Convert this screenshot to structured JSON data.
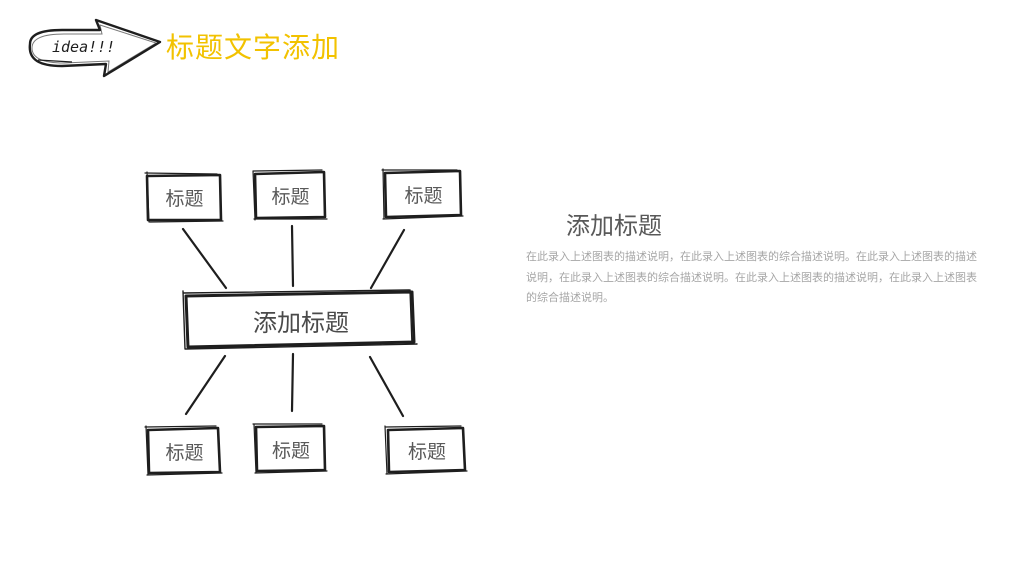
{
  "logo": {
    "text": "idea!!!"
  },
  "header": {
    "title": "标题文字添加"
  },
  "diagram": {
    "center_label": "添加标题",
    "nodes": [
      {
        "label": "标题"
      },
      {
        "label": "标题"
      },
      {
        "label": "标题"
      },
      {
        "label": "标题"
      },
      {
        "label": "标题"
      },
      {
        "label": "标题"
      }
    ]
  },
  "description": {
    "title": "添加标题",
    "body": "在此录入上述图表的描述说明，在此录入上述图表的综合描述说明。在此录入上述图表的描述说明，在此录入上述图表的综合描述说明。在此录入上述图表的描述说明，在此录入上述图表的综合描述说明。"
  },
  "colors": {
    "accent": "#f2c200",
    "ink": "#222222",
    "text": "#595959",
    "muted": "#a6a6a6"
  }
}
